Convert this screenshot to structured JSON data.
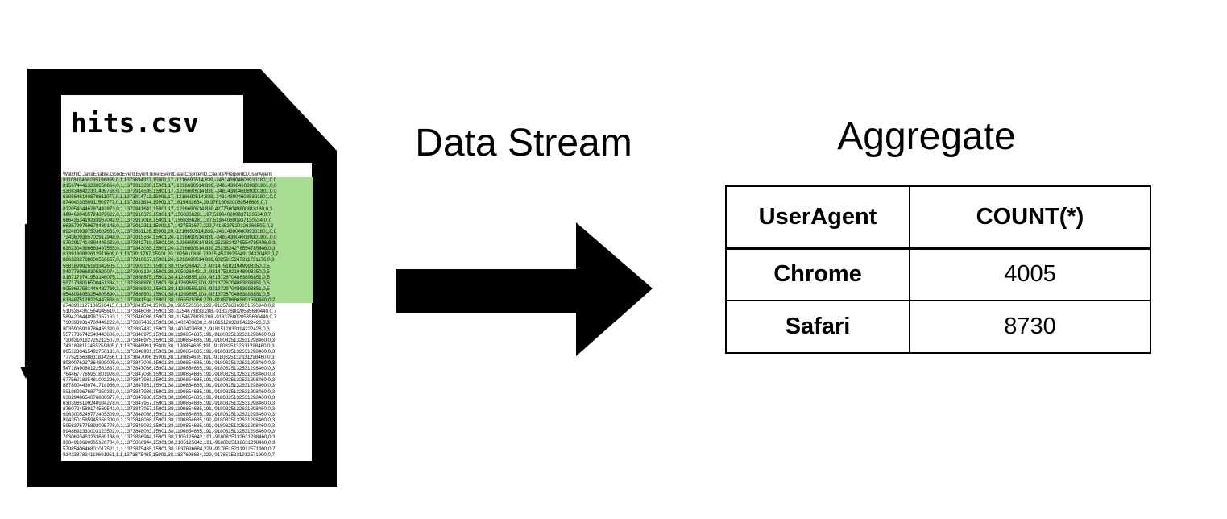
{
  "document": {
    "filename": "hits.csv",
    "highlight_color": "#a8dc92",
    "highlighted_row_count": 22,
    "csv_header": "WatchID,JavaEnable,GoodEvent,EventTime,EventDate,CounterID,ClientIP,RegionID,UserAgent",
    "csv_rows": [
      "9110818468285196899,0,1,1373834327,15901,17,-1216690514,839,-2461439046089301801,0,0",
      "8156744413230856864,0,1,1373913230,15901,17,-1216690514,839,-2461439046089301801,0,0",
      "5206346422301499756,0,1,1373914595,15901,17,-1216690514,839,-2461439046089301801,0,0",
      "6308646140879811077,0,1,1373914712,15901,17,-1216690514,839,-2461439046089301801,0,0",
      "8740403056911509777,0,1,1373833834,15901,17,1615432634,39,376160620089546609,0,7",
      "8120543446287442873,0,1,1373841641,15901,17,-1216690514,839,427738049800818189,0,3",
      "4894690465724379622,0,1,1373916373,15901,17,1568366281,197,519640690937130534,0,7",
      "6864353419233967042,0,1,1373917016,15901,17,1568366281,197,519640690937130534,0,7",
      "6635790769678439148,0,1,1373912311,15901,17,1427531677,229,7418527520126366595,0,3",
      "8924809397503602651,0,1,1373851126,15901,20,-1216690514,839,-2461439046089301801,0,0",
      "7343609385702917948,0,1,1373915384,15901,20,-1216690514,839,-2461439046089301801,0,0",
      "6702917414884445223,0,1,1373842719,15901,20,-1216690514,839,2523324276554785406,0,3",
      "6202304396663497555,0,1,1373843065,15901,20,-1216690514,839,2523324276554785406,0,3",
      "6139160982612911609,0,1,1373911797,15901,20,1825610888,73915,4523925649124320482,0,7",
      "8863282788606566657,0,1,1373910657,15901,20,-1216690514,839,6025915247311731176,0,3",
      "5581899925183342605,1,1,1373903123,15901,38,2050260421,2,-9214751021948998350,0,5",
      "8407760668305829074,1,1,1373903124,15901,38,2050260421,2,-9214751021948998350,0,5",
      "8187179741953146075,1,1,1373868875,15901,38,41269655,103,-9213728704863893851,0,5",
      "5971738016500451334,1,1,1373868876,15901,38,41269655,103,-9213728704863893851,0,5",
      "6058627581446482769,1,1,1373868903,15901,38,41269655,103,-9213728704863893851,0,5",
      "6548098953254805690,1,1,1373868903,15901,38,41269655,103,-9213728704863893851,0,5",
      "6134875129225447838,0,1,1373841594,15901,38,1965525360,229,-9185786869851590940,0,2",
      "6748981127186536415,0,1,1373841594,15901,38,1965525360,229,-9185786869851590940,0,2",
      "5105364361564945610,1,1,1373846086,15901,38,-1154678833,208,-9183768020535680440,0,7",
      "5894206448987357163,1,1,1373846086,15901,38,-1154678833,208,-9183768020535680440,0,7",
      "7303939314769449222,0,1,1373887482,15901,38,1402403630,2,-9181512033394222426,0,3",
      "8035905910786465320,0,1,1373887482,15901,38,1402403630,2,-9181512033394222426,0,3",
      "5577736742543443606,0,1,1373846975,15901,38,1190854685,191,-9180825132631298460,0,3",
      "7306310182725212507,0,1,1373846975,15901,38,1190854685,191,-9180825132631298460,0,3",
      "7431898112455259805,0,1,1373846991,15901,38,1190854685,191,-9180825132631298460,0,3",
      "8651233415492750131,0,1,1373846991,15901,38,1190854685,191,-9180825132631298460,0,3",
      "7775215638811834266,0,1,1373847006,15901,38,1190854685,191,-9180825132631298460,0,3",
      "8930076227364809005,0,1,1373847006,15901,38,1190854685,191,-9180825132631298460,0,3",
      "5471849080122583837,0,1,1373847036,15901,38,1190854685,191,-9180825132631298460,0,3",
      "7644677785951801926,0,1,1373847036,15901,38,1190854685,191,-9180825132631298460,0,3",
      "6775601835481003296,0,1,1373847931,15901,38,1190854685,191,-9180825132631298460,0,3",
      "8878904430741718956,0,1,1373847931,15901,38,1190854685,191,-9180825132631298460,0,3",
      "5919893676877350331,0,1,1373847936,15901,38,1190854685,191,-9180825132631298460,0,3",
      "6382948654076880377,0,1,1373847936,15901,38,1190854685,191,-9180825132631298460,0,3",
      "6303965199240984278,0,1,1373847957,15901,38,1190854685,191,-9180825132631298460,0,3",
      "8760724589174569541,0,1,1373847957,15901,38,1190854685,191,-9180825132631298460,0,3",
      "6963005249772405309,0,1,1373848068,15901,38,1190854685,191,-9180825132631298460,0,3",
      "8943501585945358300,0,1,1373848068,15901,38,1190854685,191,-9180825132631298460,0,3",
      "5956376775892095776,0,1,1373848083,15901,38,1190854685,191,-9180825132631298460,0,3",
      "8948892333003123502,0,1,1373848083,15901,38,1190854685,191,-9180825132631298460,0,3",
      "7930693463233639136,0,1,1373866944,15901,38,2105125642,191,-9180825132631298460,0,3",
      "8304919690965126704,0,1,1373866944,15901,38,2105125642,191,-9180825132631298460,0,3",
      "5798540646801017521,1,1,1373875465,15901,38,1837696684,229,-9178515231912571900,0,7",
      "9142387834119691951,1,1,1373875465,15901,38,1837696684,229,-9178515231912571900,0,7"
    ]
  },
  "flow": {
    "label": "Data Stream"
  },
  "aggregate": {
    "title": "Aggregate",
    "table": {
      "columns": [
        "UserAgent",
        "COUNT(*)"
      ],
      "rows": [
        {
          "user_agent": "Chrome",
          "count": "4005"
        },
        {
          "user_agent": "Safari",
          "count": "8730"
        }
      ]
    }
  },
  "colors": {
    "ink": "#000000",
    "highlight": "#a8dc92"
  }
}
